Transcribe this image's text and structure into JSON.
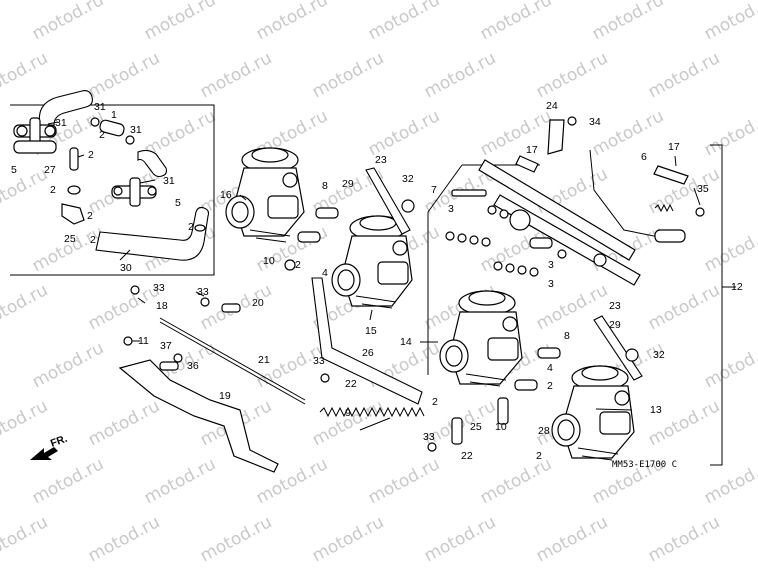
{
  "watermark": "motod.ru",
  "diagram_code": "MM53-E1700 C",
  "front_marker": "FR.",
  "callouts": {
    "c1": "1",
    "c2": "2",
    "c3": "3",
    "c4": "4",
    "c5": "5",
    "c6": "6",
    "c7": "7",
    "c8": "8",
    "c9": "9",
    "c10": "10",
    "c11": "11",
    "c12": "12",
    "c13": "13",
    "c14": "14",
    "c15": "15",
    "c16": "16",
    "c17": "17",
    "c18": "18",
    "c19": "19",
    "c20": "20",
    "c21": "21",
    "c22": "22",
    "c23": "23",
    "c24": "24",
    "c25": "25",
    "c26": "26",
    "c27": "27",
    "c28": "28",
    "c29": "29",
    "c30": "30",
    "c31": "31",
    "c32": "32",
    "c33": "33",
    "c34": "34",
    "c35": "35",
    "c36": "36",
    "c37": "37"
  }
}
